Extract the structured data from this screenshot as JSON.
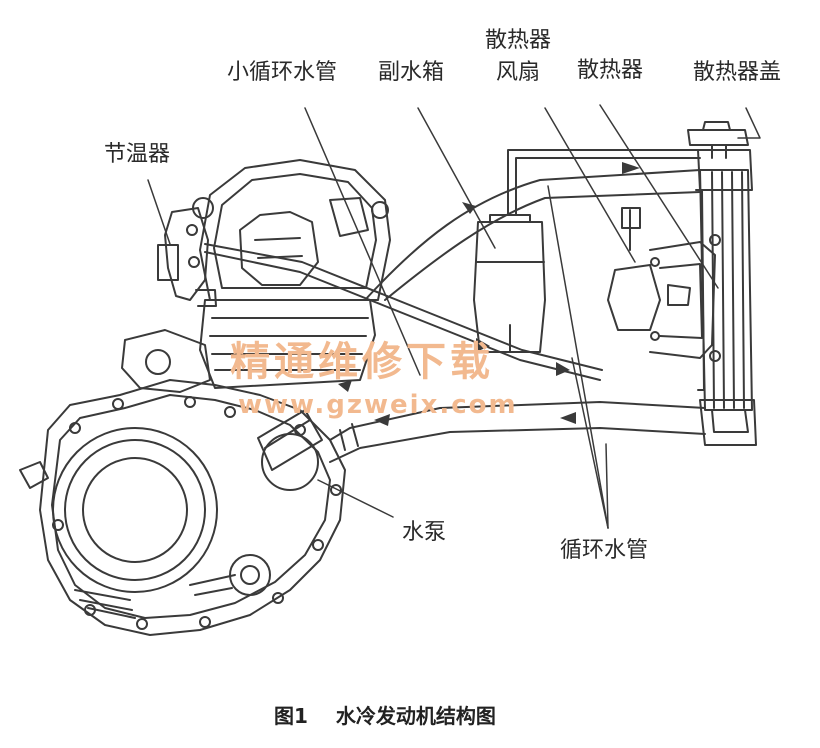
{
  "labels": {
    "small_circulation_pipe": "小循环水管",
    "aux_tank": "副水箱",
    "radiator_fan_line1": "散热器",
    "radiator_fan_line2": "风扇",
    "radiator": "散热器",
    "radiator_cap": "散热器盖",
    "thermostat": "节温器",
    "water_pump": "水泵",
    "circulation_pipe": "循环水管"
  },
  "watermark": {
    "text": "精通维修下载",
    "url": "www.gzweix.com",
    "color": "#f2b98f"
  },
  "caption": {
    "figure_number": "图1",
    "title": "水冷发动机结构图"
  },
  "colors": {
    "line": "#3a3a3a",
    "background": "#ffffff"
  }
}
